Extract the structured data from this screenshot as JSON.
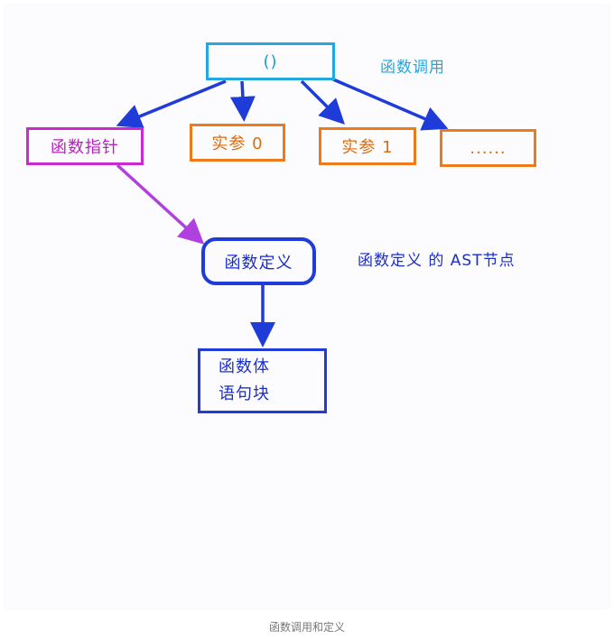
{
  "diagram": {
    "call_node_label": "()",
    "call_caption": "函数调用",
    "pointer_node_label": "函数指针",
    "arg0_label": "实参 0",
    "arg1_label": "实参 1",
    "arg_more_label": "......",
    "def_node_label": "函数定义",
    "def_caption": "函数定义 的 AST节点",
    "body_line1": "函数体",
    "body_line2": "语句块"
  },
  "caption": "函数调用和定义",
  "colors": {
    "call": "#22a7e0",
    "pointer": "#cc2ad1",
    "argument": "#ee7a1c",
    "definition": "#1f3bd8",
    "blue_arrow": "#1f3bd8",
    "purple_arrow": "#b040e0"
  }
}
